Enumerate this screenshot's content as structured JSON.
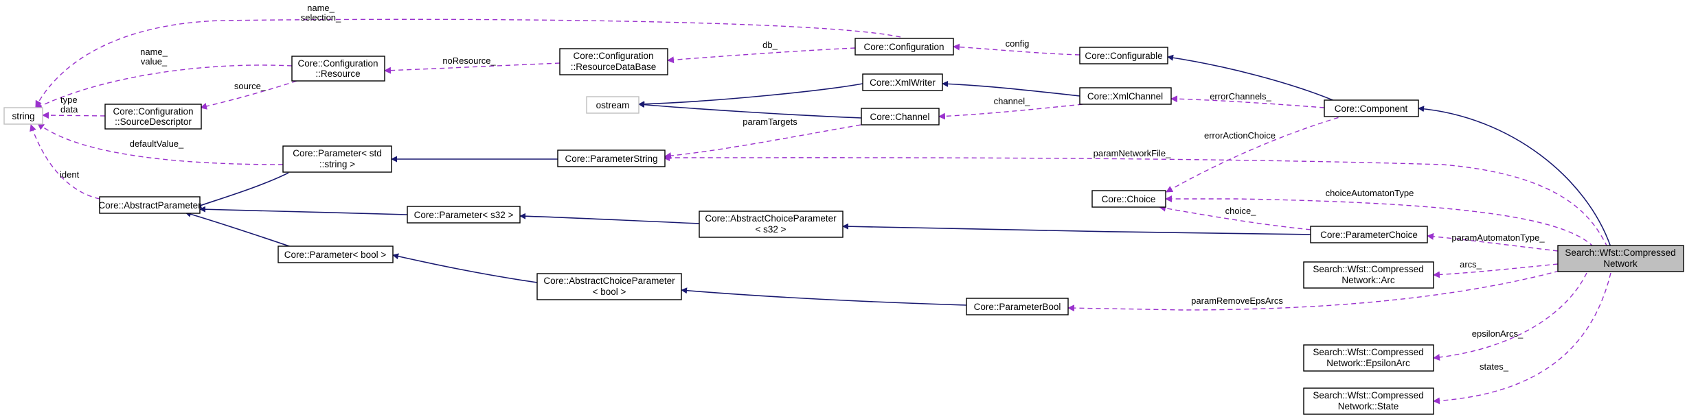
{
  "nodes": {
    "string": "string",
    "ostream": "ostream",
    "cfg_resource_1": "Core::Configuration",
    "cfg_resource_2": "::Resource",
    "cfg_source_1": "Core::Configuration",
    "cfg_source_2": "::SourceDescriptor",
    "abstract_parameter": "Core::AbstractParameter",
    "param_string_t_1": "Core::Parameter< std",
    "param_string_t_2": "::string >",
    "param_s32": "Core::Parameter< s32 >",
    "param_bool_t": "Core::Parameter< bool >",
    "resource_db_1": "Core::Configuration",
    "resource_db_2": "::ResourceDataBase",
    "parameter_string": "Core::ParameterString",
    "abstract_choice_s32_1": "Core::AbstractChoiceParameter",
    "abstract_choice_s32_2": "< s32 >",
    "abstract_choice_bool_1": "Core::AbstractChoiceParameter",
    "abstract_choice_bool_2": "< bool >",
    "configuration": "Core::Configuration",
    "xml_writer": "Core::XmlWriter",
    "channel": "Core::Channel",
    "parameter_bool": "Core::ParameterBool",
    "configurable": "Core::Configurable",
    "xml_channel": "Core::XmlChannel",
    "choice": "Core::Choice",
    "component": "Core::Component",
    "parameter_choice": "Core::ParameterChoice",
    "arc_1": "Search::Wfst::Compressed",
    "arc_2": "Network::Arc",
    "eps_arc_1": "Search::Wfst::Compressed",
    "eps_arc_2": "Network::EpsilonArc",
    "state_1": "Search::Wfst::Compressed",
    "state_2": "Network::State",
    "network_1": "Search::Wfst::Compressed",
    "network_2": "Network"
  },
  "edge_labels": {
    "name_selection_1": "name_",
    "name_selection_2": "selection_",
    "name_value_1": "name_",
    "name_value_2": "value_",
    "type_data_1": "type",
    "type_data_2": "data",
    "default_value": "defaultValue_",
    "ident": "ident",
    "no_resource": "noResource_",
    "source": "source_",
    "db": "db_",
    "config": "config",
    "channel": "channel_",
    "param_targets": "paramTargets",
    "error_channels": "errorChannels_",
    "error_action_choice": "errorActionChoice",
    "param_network_file": "paramNetworkFile_",
    "choice_automaton_type": "choiceAutomatonType",
    "choice": "choice_",
    "param_automaton_type": "paramAutomatonType_",
    "arcs": "arcs_",
    "param_remove_eps_arcs": "paramRemoveEpsArcs",
    "epsilon_arcs": "epsilonArcs_",
    "states": "states_"
  },
  "colors": {
    "inheritance_edge": "#191970",
    "usage_edge": "#9a32cd",
    "focus_node_fill": "#bfbfbf",
    "external_node_border": "#bfbfbf"
  }
}
